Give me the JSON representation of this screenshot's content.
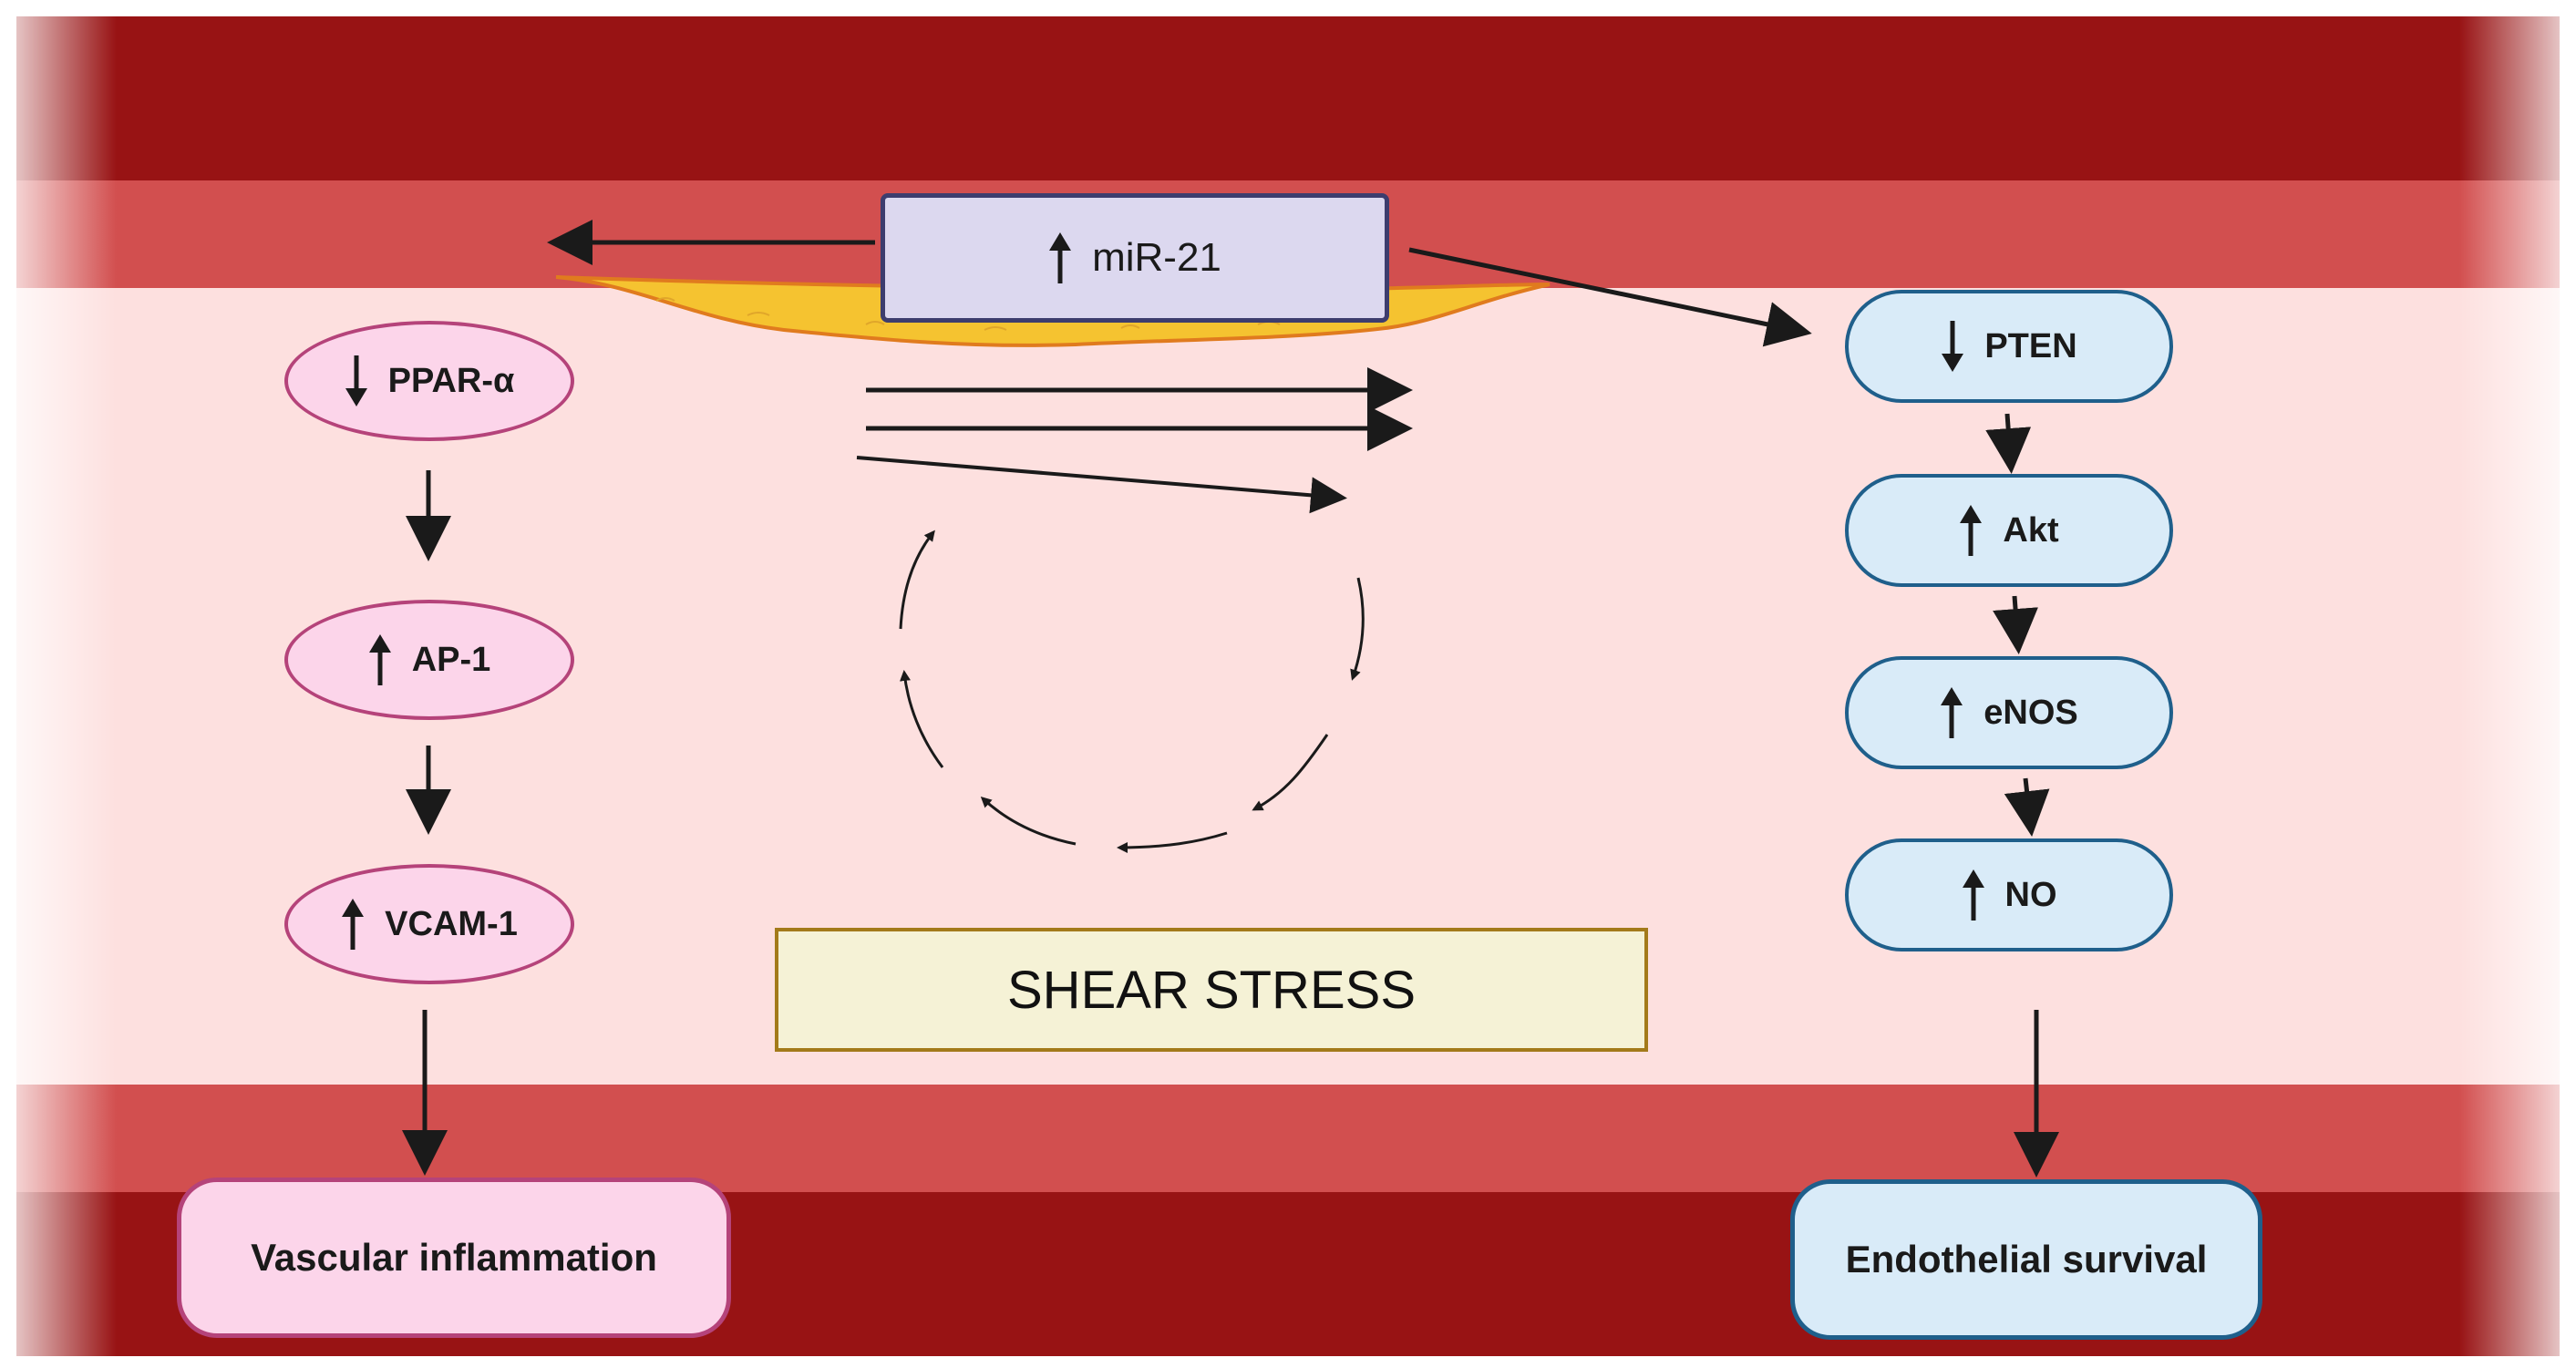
{
  "colors": {
    "vessel_dark": "#981314",
    "vessel_mid": "#d24f4f",
    "lumen": "#fde0df",
    "plaque": "#f5c330",
    "pink_fill": "#fcd5ea",
    "pink_border": "#b5437a",
    "blue_fill": "#d9ebf8",
    "blue_border": "#1f5f8b"
  },
  "center": {
    "mir": {
      "label": "miR-21",
      "direction": "up"
    },
    "shear": {
      "label": "SHEAR STRESS"
    }
  },
  "left_path": {
    "nodes": [
      {
        "label": "PPAR-α",
        "direction": "down"
      },
      {
        "label": "AP-1",
        "direction": "up"
      },
      {
        "label": "VCAM-1",
        "direction": "up"
      }
    ],
    "outcome": "Vascular inflammation"
  },
  "right_path": {
    "nodes": [
      {
        "label": "PTEN",
        "direction": "down"
      },
      {
        "label": "Akt",
        "direction": "up"
      },
      {
        "label": "eNOS",
        "direction": "up"
      },
      {
        "label": "NO",
        "direction": "up"
      }
    ],
    "outcome": "Endothelial survival"
  }
}
